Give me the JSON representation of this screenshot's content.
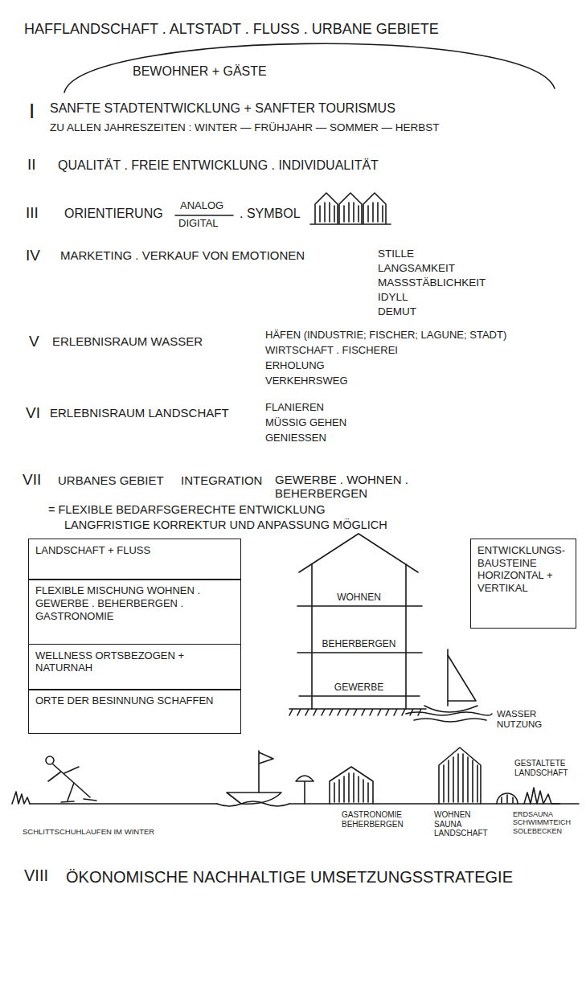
{
  "diagram": {
    "title": "HAFFLANDSCHAFT . ALTSTADT . FLUSS . URBANE GEBIETE",
    "nodes": [
      {
        "text": [
          "LANDSCHAFT + FLUSS"
        ]
      },
      {
        "text": [
          "ENTWICKLUNGS- BAUSTEINE HORIZONTAL + VERTIKAL"
        ]
      },
      {
        "text": [
          "FLEXIBLE MISCHUNG WOHNEN . GEWERBE . BEHERBERGEN . GASTRONOMIE"
        ]
      },
      {
        "text": [
          "WELLNESS ORTSBEZOGEN + NATURNAH"
        ]
      },
      {
        "text": [
          "ORTE DER BESINNUNG SCHAFFEN"
        ]
      }
    ],
    "labels": [
      "BEWOHNER + GÄSTE",
      "I",
      "SANFTE STADTENTWICKLUNG + SANFTER TOURISMUS",
      "ZU ALLEN JAHRESZEITEN : WINTER — FRÜHJAHR — SOMMER — HERBST",
      "II",
      "QUALITÄT . FREIE ENTWICKLUNG . INDIVIDUALITÄT",
      "III",
      "ORIENTIERUNG",
      "ANALOG",
      "DIGITAL",
      ". SYMBOL",
      "IV",
      "MARKETING . VERKAUF VON EMOTIONEN",
      "STILLE",
      "LANGSAMKEIT",
      "MASSSTÄBLICHKEIT",
      "IDYLL",
      "DEMUT",
      "V",
      "ERLEBNISRAUM WASSER",
      "HÄFEN (INDUSTRIE; FISCHER; LAGUNE; STADT)",
      "WIRTSCHAFT . FISCHEREI",
      "ERHOLUNG",
      "VERKEHRSWEG",
      "VI",
      "ERLEBNISRAUM LANDSCHAFT",
      "FLANIEREN",
      "MÜSSIG GEHEN",
      "GENIESSEN",
      "VII",
      "URBANES GEBIET",
      "INTEGRATION",
      "GEWERBE . WOHNEN . BEHERBERGEN",
      "= FLEXIBLE BEDARFSGERECHTE ENTWICKLUNG",
      "LANGFRISTIGE KORREKTUR UND ANPASSUNG MÖGLICH",
      "WOHNEN",
      "BEHERBERGEN",
      "GEWERBE",
      "WASSER NUTZUNG",
      "SCHLITTSCHUHLAUFEN IM WINTER",
      "GASTRONOMIE BEHERBERGEN",
      "WOHNEN SAUNA LANDSCHAFT",
      "GESTALTETE LANDSCHAFT",
      "ERDSAUNA SCHWIMMTEICH SOLEBECKEN",
      "VIII",
      "ÖKONOMISCHE NACHHALTIGE UMSETZUNGSSTRATEGIE"
    ]
  }
}
